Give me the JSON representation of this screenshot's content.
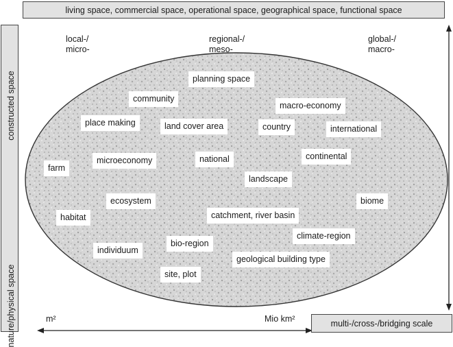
{
  "top_bar": "living space, commercial space, operational space, geographical space, functional space",
  "side": {
    "top": "constructed space",
    "bottom": "nature/physical space"
  },
  "scales": {
    "local_1": "local-/",
    "local_2": "micro-",
    "regional_1": "regional-/",
    "regional_2": "meso-",
    "global_1": "global-/",
    "global_2": "macro-"
  },
  "axis": {
    "min": "m²",
    "max": "Mio km²"
  },
  "bridging": "multi-/cross-/bridging scale",
  "terms": {
    "planning_space": "planning space",
    "community": "community",
    "macro_economy": "macro-economy",
    "place_making": "place making",
    "land_cover_area": "land cover area",
    "country": "country",
    "international": "international",
    "farm": "farm",
    "microeconomy": "microeconomy",
    "national": "national",
    "continental": "continental",
    "landscape": "landscape",
    "ecosystem": "ecosystem",
    "biome": "biome",
    "habitat": "habitat",
    "catchment": "catchment, river basin",
    "climate_region": "climate-region",
    "individuum": "individuum",
    "bio_region": "bio-region",
    "geological": "geological building type",
    "site_plot": "site, plot"
  }
}
